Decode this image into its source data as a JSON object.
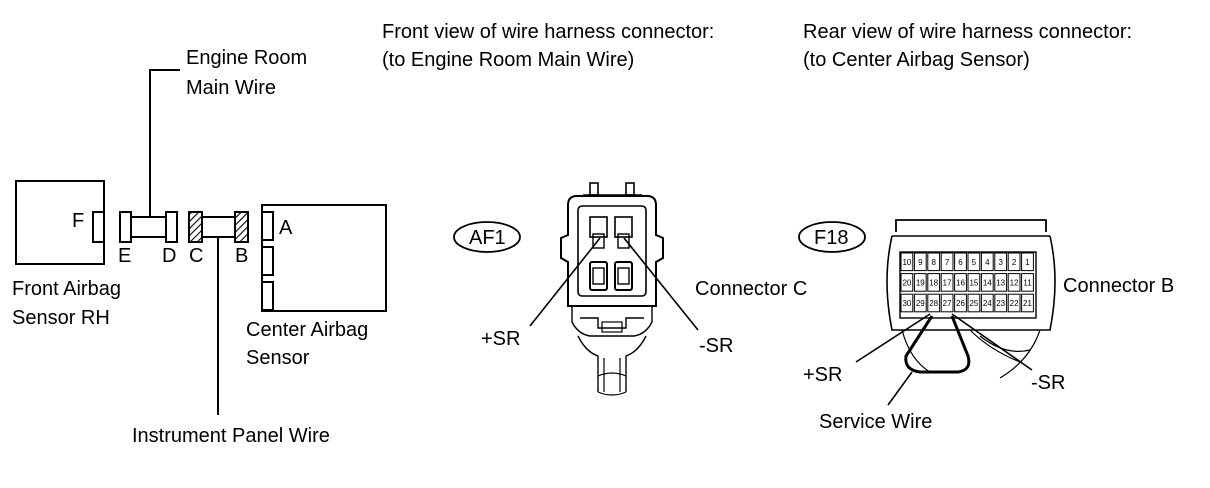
{
  "labels": {
    "front_view_title_1": "Front view of wire harness connector:",
    "front_view_title_2": "(to Engine Room Main Wire)",
    "rear_view_title_1": "Rear view of wire harness connector:",
    "rear_view_title_2": "(to Center Airbag Sensor)",
    "engine_room_1": "Engine Room",
    "engine_room_2": "Main Wire",
    "instrument_panel": "Instrument Panel Wire",
    "front_airbag_1": "Front Airbag",
    "front_airbag_2": "Sensor RH",
    "center_airbag_1": "Center Airbag",
    "center_airbag_2": "Sensor",
    "conn_A": "A",
    "conn_B": "B",
    "conn_C": "C",
    "conn_D": "D",
    "conn_E": "E",
    "conn_F": "F",
    "af1": "AF1",
    "f18": "F18",
    "connector_c": "Connector C",
    "connector_b": "Connector B",
    "plus_sr_left": "+SR",
    "minus_sr_left": "-SR",
    "plus_sr_right": "+SR",
    "minus_sr_right": "-SR",
    "service_wire": "Service Wire"
  },
  "f18_pins": {
    "row1": [
      "10",
      "9",
      "8",
      "7",
      "6",
      "5",
      "4",
      "3",
      "2",
      "1"
    ],
    "row2": [
      "20",
      "19",
      "18",
      "17",
      "16",
      "15",
      "14",
      "13",
      "12",
      "11"
    ],
    "row3": [
      "30",
      "29",
      "28",
      "27",
      "26",
      "25",
      "24",
      "23",
      "22",
      "21"
    ]
  }
}
